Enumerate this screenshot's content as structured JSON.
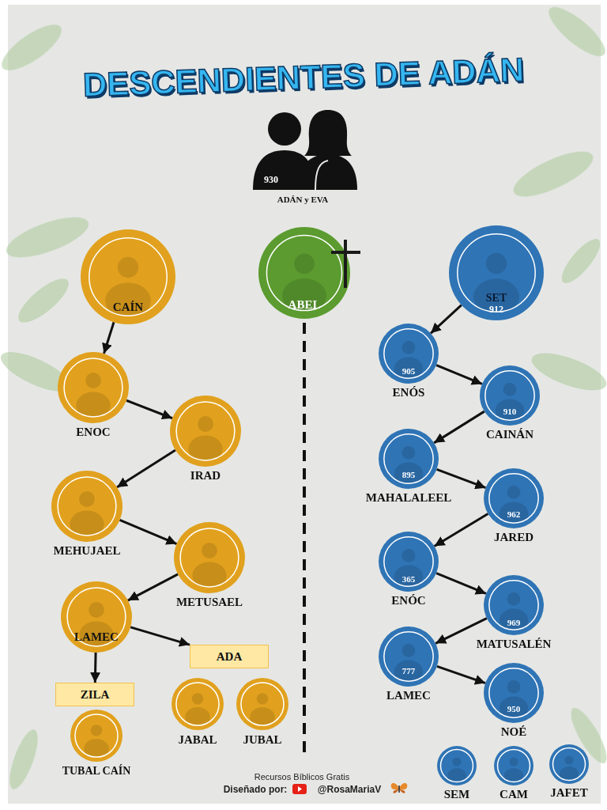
{
  "diagram": {
    "title": "DESCENDIENTES DE ADÁN",
    "nodes": [
      {
        "text": [
          "930",
          "ADÁN y EVA"
        ]
      },
      {
        "text": [
          "CAÍN"
        ]
      },
      {
        "text": [
          "ABEL"
        ]
      },
      {
        "text": [
          "SET",
          "912"
        ]
      },
      {
        "text": [
          "ENOC"
        ]
      },
      {
        "text": [
          "905",
          "ENÓS"
        ]
      },
      {
        "text": [
          "IRAD"
        ]
      },
      {
        "text": [
          "910",
          "CAINÁN"
        ]
      },
      {
        "text": [
          "MEHUJAEL"
        ]
      },
      {
        "text": [
          "895",
          "MAHALALEEL"
        ]
      },
      {
        "text": [
          "METUSAEL"
        ]
      },
      {
        "text": [
          "962",
          "JARED"
        ]
      },
      {
        "text": [
          "LAMEC"
        ]
      },
      {
        "text": [
          "365",
          "ENÓC"
        ]
      },
      {
        "text": [
          "ADA"
        ]
      },
      {
        "text": [
          "969",
          "MATUSALÉN"
        ]
      },
      {
        "text": [
          "ZILA"
        ]
      },
      {
        "text": [
          "777",
          "LAMEC"
        ]
      },
      {
        "text": [
          "JABAL"
        ]
      },
      {
        "text": [
          "JUBAL"
        ]
      },
      {
        "text": [
          "950",
          "NOÉ"
        ]
      },
      {
        "text": [
          "TUBAL CAÍN"
        ]
      },
      {
        "text": [
          "SEM"
        ]
      },
      {
        "text": [
          "CAM"
        ]
      },
      {
        "text": [
          "JAFET"
        ]
      }
    ],
    "edges": [
      {
        "from": 1,
        "to": 4,
        "arrow": "to"
      },
      {
        "from": 4,
        "to": 6,
        "arrow": "to"
      },
      {
        "from": 6,
        "to": 8,
        "arrow": "to"
      },
      {
        "from": 8,
        "to": 10,
        "arrow": "to"
      },
      {
        "from": 10,
        "to": 12,
        "arrow": "to"
      },
      {
        "from": 12,
        "to": 16,
        "arrow": "to"
      },
      {
        "from": 12,
        "to": 14,
        "arrow": "to"
      },
      {
        "from": 3,
        "to": 5,
        "arrow": "to"
      },
      {
        "from": 5,
        "to": 7,
        "arrow": "to"
      },
      {
        "from": 7,
        "to": 9,
        "arrow": "to"
      },
      {
        "from": 9,
        "to": 11,
        "arrow": "to"
      },
      {
        "from": 11,
        "to": 13,
        "arrow": "to"
      },
      {
        "from": 13,
        "to": 15,
        "arrow": "to"
      },
      {
        "from": 15,
        "to": 17,
        "arrow": "to"
      },
      {
        "from": 17,
        "to": 20,
        "arrow": "to"
      }
    ],
    "labels": [
      "Recursos Bíblicos Gratis",
      "Diseñado por:",
      "@RosaMariaV"
    ]
  }
}
